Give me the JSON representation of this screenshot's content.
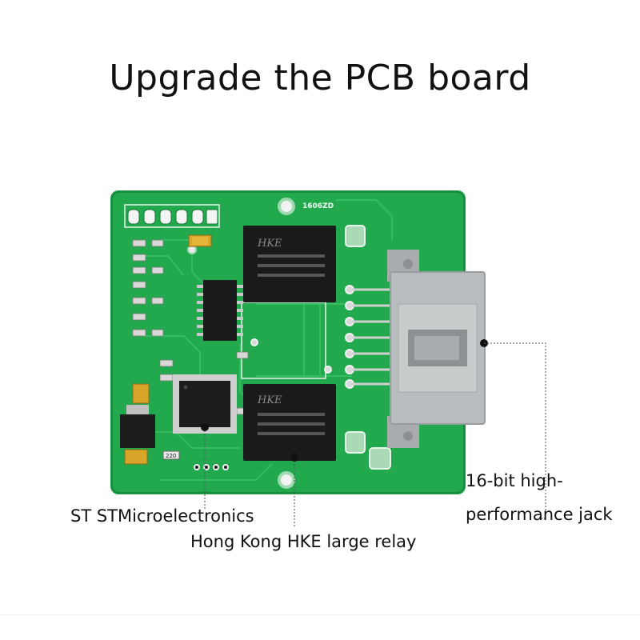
{
  "title": "Upgrade the PCB board",
  "board": {
    "silkscreen_code": "1606ZD",
    "relay_brand": "HKE",
    "capacitor_marking": "220"
  },
  "callouts": {
    "chip_label": "ST STMicroelectronics",
    "relay_label": "Hong Kong HKE large relay",
    "jack_label_line1": "16-bit high-",
    "jack_label_line2": "performance jack"
  },
  "colors": {
    "pcb_green": "#1fa34a",
    "connector_gray": "#b9bcbe",
    "relay_black": "#1a1a1a"
  }
}
